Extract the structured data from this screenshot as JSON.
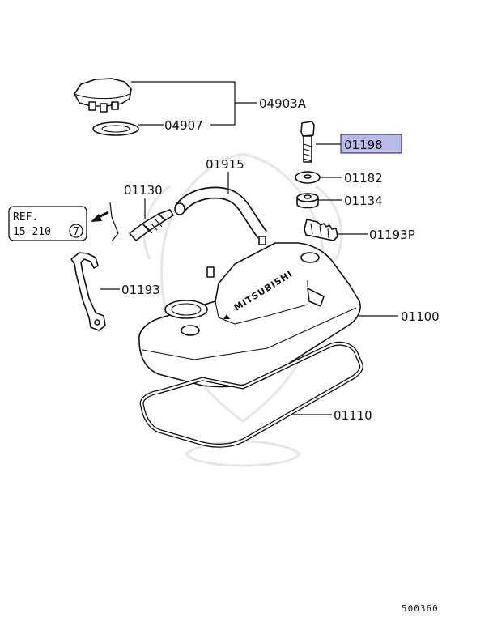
{
  "diagram": {
    "callouts": {
      "p04903a": "04903A",
      "p04907": "04907",
      "p01198": "01198",
      "p01182": "01182",
      "p01134": "01134",
      "p01193p": "01193P",
      "p01915": "01915",
      "p01130": "01130",
      "p01193": "01193",
      "p01100": "01100",
      "p01110": "01110"
    },
    "reference": {
      "line1": "REF.",
      "line2": "15-210",
      "circled": "7"
    },
    "logo_text": "MITSUBISHI",
    "diagram_code": "500360",
    "highlight_color": "#b9bbe8"
  }
}
